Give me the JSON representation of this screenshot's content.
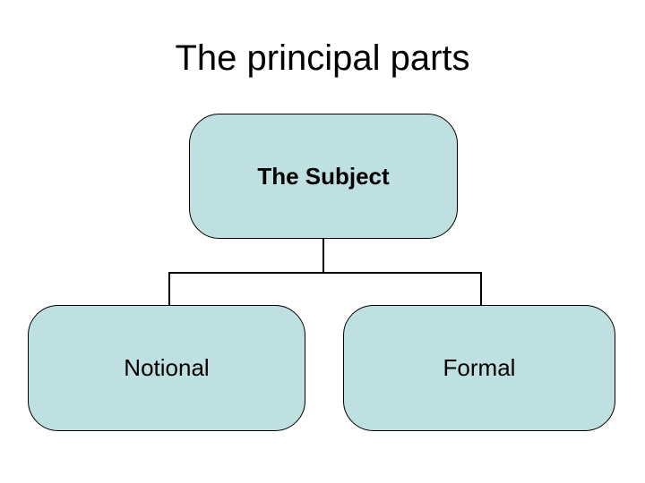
{
  "slide": {
    "title": "The principal parts",
    "background_color": "#ffffff"
  },
  "diagram": {
    "type": "org-chart",
    "node_fill_color": "#bfe0e0",
    "node_border_color": "#000000",
    "connector_color": "#000000",
    "nodes": [
      {
        "id": "subject",
        "label": "The Subject",
        "level": 0
      },
      {
        "id": "notional",
        "label": "Notional",
        "level": 1
      },
      {
        "id": "formal",
        "label": "Formal",
        "level": 1
      }
    ],
    "edges": [
      {
        "from": "subject",
        "to": "notional"
      },
      {
        "from": "subject",
        "to": "formal"
      }
    ]
  }
}
